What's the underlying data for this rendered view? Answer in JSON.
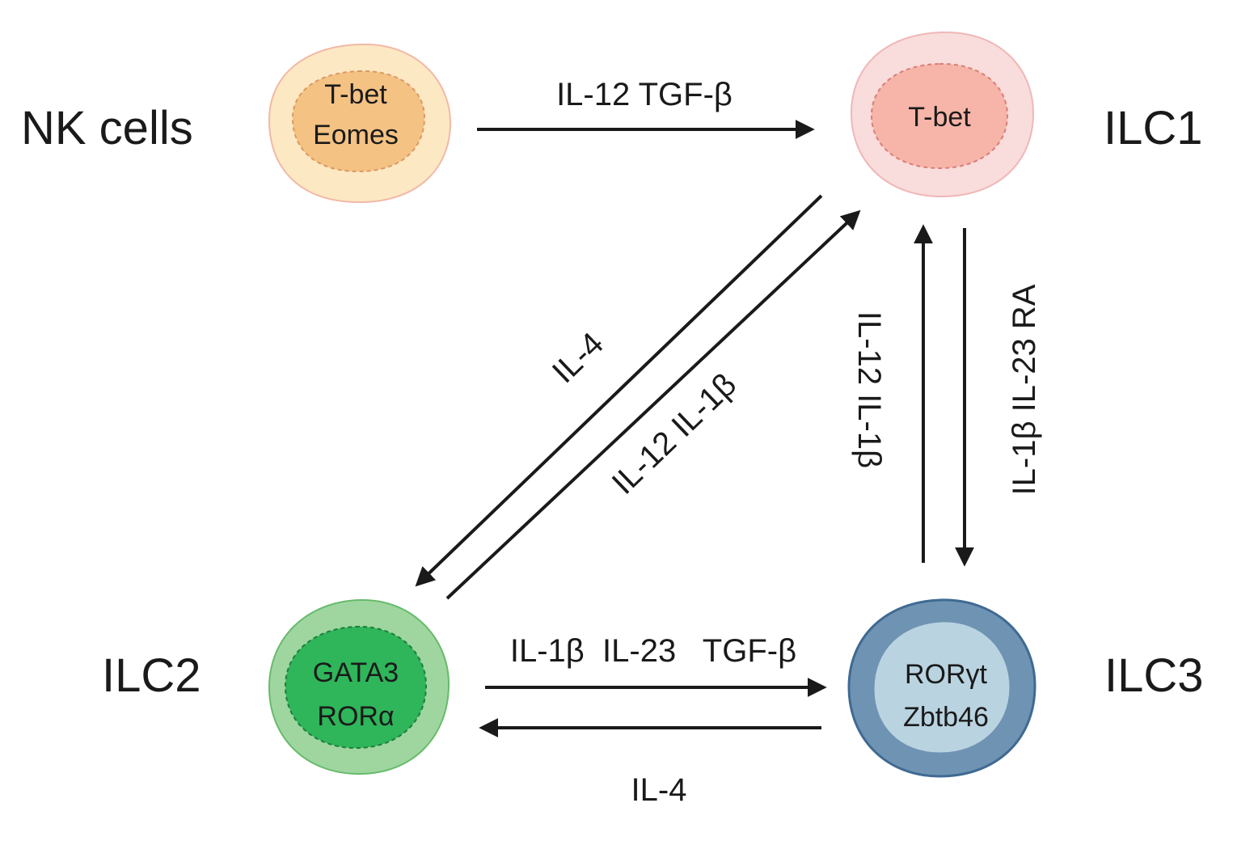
{
  "cells": {
    "nk": {
      "name": "NK cells",
      "markers": [
        "T-bet",
        "Eomes"
      ],
      "outer_color": "#fde8c4",
      "inner_color": "#f4c283"
    },
    "ilc1": {
      "name": "ILC1",
      "markers": [
        "T-bet"
      ],
      "outer_color": "#f9dcdc",
      "inner_color": "#f6b5a8"
    },
    "ilc2": {
      "name": "ILC2",
      "markers": [
        "GATA3",
        "RORα"
      ],
      "outer_color": "#9fd6a0",
      "inner_color": "#2fb55a"
    },
    "ilc3": {
      "name": "ILC3",
      "markers": [
        "RORγt",
        "Zbtb46"
      ],
      "outer_color": "#6f93b3",
      "inner_color": "#b9d3e0"
    }
  },
  "arrows": {
    "nk_to_ilc1": "IL-12 TGF-β",
    "ilc1_to_ilc2": "IL-4",
    "ilc2_to_ilc1": "IL-12  IL-1β",
    "ilc3_to_ilc1": "IL-12  IL-1β",
    "ilc1_to_ilc3": "IL-1β IL-23  RA",
    "ilc2_to_ilc3": "IL-1β  IL-23   TGF-β",
    "ilc3_to_ilc2": "IL-4"
  }
}
